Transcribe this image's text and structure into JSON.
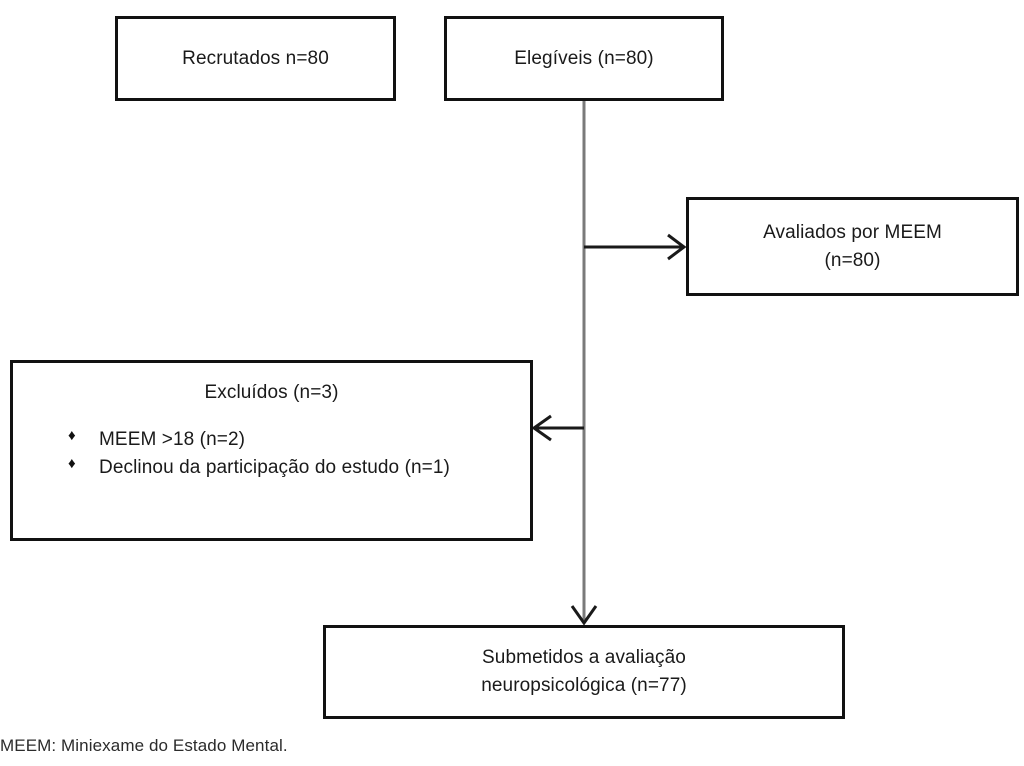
{
  "figure": {
    "type": "flowchart",
    "caption": "MEEM: Miniexame do Estado Mental.",
    "colors": {
      "box_border": "#111111",
      "connector": "#7a7a7a",
      "arrow": "#1a1a1a",
      "text": "#1a1a1a",
      "background": "#ffffff"
    }
  },
  "nodes": {
    "recrutados": {
      "lines": [
        "Recrutados n=80"
      ]
    },
    "elegiveis": {
      "lines": [
        "Elegíveis (n=80)"
      ]
    },
    "avaliados": {
      "lines": [
        "Avaliados por MEEM",
        "(n=80)"
      ]
    },
    "excluidos": {
      "title": "Excluídos (n=3)",
      "bullet_glyph": "♦",
      "items": [
        "MEEM >18 (n=2)",
        "Declinou da participação do estudo (n=1)"
      ]
    },
    "submetidos": {
      "lines": [
        "Submetidos a avaliação",
        "neuropsicológica (n=77)"
      ]
    }
  },
  "connectors": [
    {
      "name": "elegiveis-to-avaliados",
      "from": "elegiveis",
      "to": "avaliados",
      "direction": "right"
    },
    {
      "name": "elegiveis-to-excluidos",
      "from": "elegiveis",
      "to": "excluidos",
      "direction": "left"
    },
    {
      "name": "elegiveis-to-submetidos",
      "from": "elegiveis",
      "to": "submetidos",
      "direction": "down"
    }
  ]
}
